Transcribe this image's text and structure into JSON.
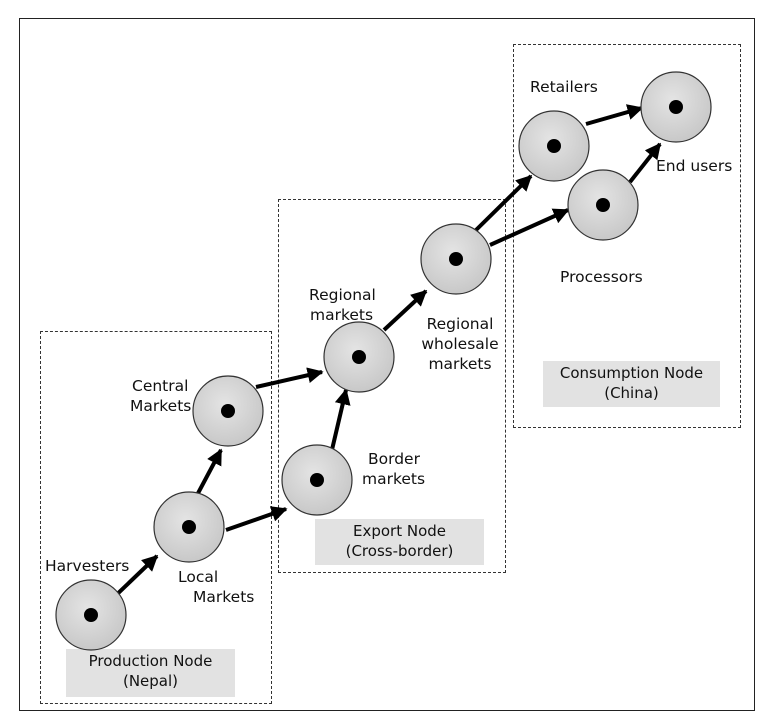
{
  "diagram": {
    "regions": {
      "production": {
        "line1": "Production Node",
        "line2": "(Nepal)"
      },
      "export": {
        "line1": "Export Node",
        "line2": "(Cross-border)"
      },
      "consumption": {
        "line1": "Consumption Node",
        "line2": "(China)"
      }
    },
    "labels": {
      "harvesters": "Harvesters",
      "local_markets_1": "Local",
      "local_markets_2": "Markets",
      "central_markets_1": "Central",
      "central_markets_2": "Markets",
      "border_markets_1": "Border",
      "border_markets_2": "markets",
      "regional_markets_1": "Regional",
      "regional_markets_2": "markets",
      "regional_wholesale_1": "Regional",
      "regional_wholesale_2": "wholesale",
      "regional_wholesale_3": "markets",
      "retailers": "Retailers",
      "processors": "Processors",
      "end_users": "End users"
    }
  }
}
